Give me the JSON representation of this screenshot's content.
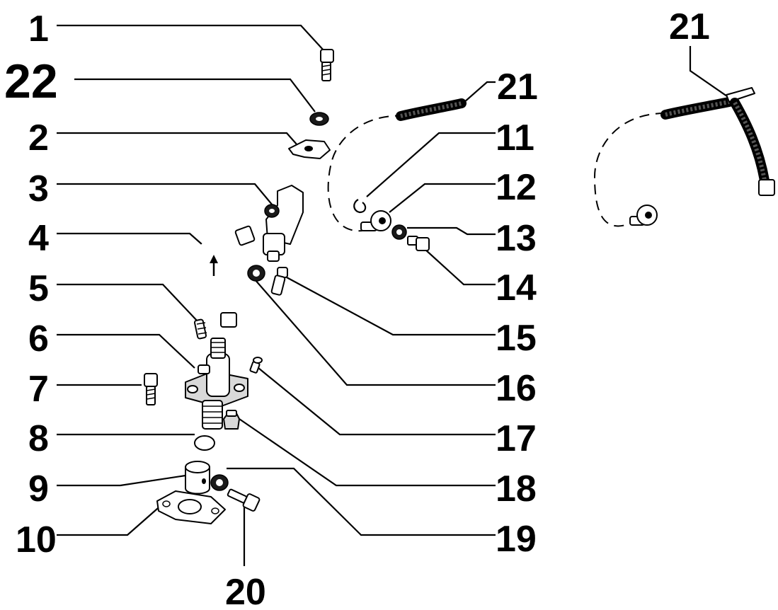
{
  "diagram": {
    "callouts": [
      {
        "id": "c1",
        "text": "1"
      },
      {
        "id": "c22",
        "text": "22"
      },
      {
        "id": "c2",
        "text": "2"
      },
      {
        "id": "c3",
        "text": "3"
      },
      {
        "id": "c4",
        "text": "4"
      },
      {
        "id": "c5",
        "text": "5"
      },
      {
        "id": "c6",
        "text": "6"
      },
      {
        "id": "c7",
        "text": "7"
      },
      {
        "id": "c8",
        "text": "8"
      },
      {
        "id": "c9",
        "text": "9"
      },
      {
        "id": "c10",
        "text": "10"
      },
      {
        "id": "c20",
        "text": "20"
      },
      {
        "id": "c21a",
        "text": "21"
      },
      {
        "id": "c11",
        "text": "11"
      },
      {
        "id": "c12",
        "text": "12"
      },
      {
        "id": "c13",
        "text": "13"
      },
      {
        "id": "c14",
        "text": "14"
      },
      {
        "id": "c15",
        "text": "15"
      },
      {
        "id": "c16",
        "text": "16"
      },
      {
        "id": "c17",
        "text": "17"
      },
      {
        "id": "c18",
        "text": "18"
      },
      {
        "id": "c19",
        "text": "19"
      },
      {
        "id": "c21b",
        "text": "21"
      }
    ]
  }
}
